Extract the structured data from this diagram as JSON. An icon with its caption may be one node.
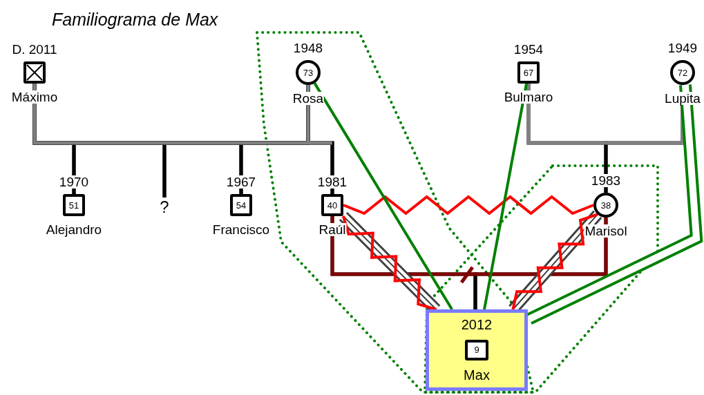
{
  "diagram": {
    "title": "Familiograma de Max",
    "nodes": [
      {
        "text": [],
        "shape": "box",
        "beside": [
          "D. 2011",
          "Máximo"
        ]
      },
      {
        "text": [
          "73"
        ],
        "beside": [
          "1948",
          "Rosa"
        ]
      },
      {
        "text": [
          "67"
        ],
        "beside": [
          "1954",
          "Bulmaro"
        ]
      },
      {
        "text": [
          "72"
        ],
        "beside": [
          "1949",
          "Lupita"
        ]
      },
      {
        "text": [
          "51"
        ],
        "beside": [
          "1970",
          "Alejandro"
        ]
      },
      {
        "text": [
          "?"
        ]
      },
      {
        "text": [
          "54"
        ],
        "beside": [
          "1967",
          "Francisco"
        ]
      },
      {
        "text": [
          "40"
        ],
        "beside": [
          "1981",
          "Raúl"
        ]
      },
      {
        "text": [
          "38"
        ],
        "beside": [
          "1983",
          "Marisol"
        ]
      },
      {
        "text": [
          "2012",
          "Max"
        ]
      },
      {
        "text": [
          "9"
        ],
        "in": 9
      }
    ],
    "edges": [
      {
        "from": 0,
        "to": 1,
        "arrow": "none",
        "color": "#808080"
      },
      {
        "from": 0,
        "to": 4,
        "arrow": "none"
      },
      {
        "from": 1,
        "to": 4,
        "arrow": "none"
      },
      {
        "from": 0,
        "to": 5,
        "arrow": "none"
      },
      {
        "from": 1,
        "to": 5,
        "arrow": "none"
      },
      {
        "from": 0,
        "to": 6,
        "arrow": "none"
      },
      {
        "from": 1,
        "to": 6,
        "arrow": "none"
      },
      {
        "from": 0,
        "to": 7,
        "arrow": "none"
      },
      {
        "from": 1,
        "to": 7,
        "arrow": "none"
      },
      {
        "from": 2,
        "to": 3,
        "arrow": "none",
        "color": "#808080"
      },
      {
        "from": 2,
        "to": 8,
        "arrow": "none"
      },
      {
        "from": 3,
        "to": 8,
        "arrow": "none"
      },
      {
        "from": 7,
        "to": 8,
        "arrow": "none",
        "color": "#800000"
      },
      {
        "from": 7,
        "to": 9,
        "arrow": "none"
      },
      {
        "from": 8,
        "to": 9,
        "arrow": "none"
      },
      {
        "from": 7,
        "to": 8,
        "arrow": "none",
        "color": "#ff0000"
      },
      {
        "from": 7,
        "to": 9,
        "arrow": "none",
        "style": "thick",
        "color": "#404040"
      },
      {
        "from": 7,
        "to": 9,
        "arrow": "none",
        "color": "#ff0000"
      },
      {
        "from": 8,
        "to": 9,
        "arrow": "none",
        "style": "thick",
        "color": "#404040"
      },
      {
        "from": 8,
        "to": 9,
        "arrow": "none",
        "color": "#ff0000"
      },
      {
        "from": 1,
        "to": 9,
        "arrow": "none",
        "color": "#008000"
      },
      {
        "from": 2,
        "to": 9,
        "arrow": "none",
        "color": "#008000"
      },
      {
        "from": 3,
        "to": 9,
        "arrow": "none",
        "style": "thick",
        "color": "#008000"
      }
    ]
  }
}
